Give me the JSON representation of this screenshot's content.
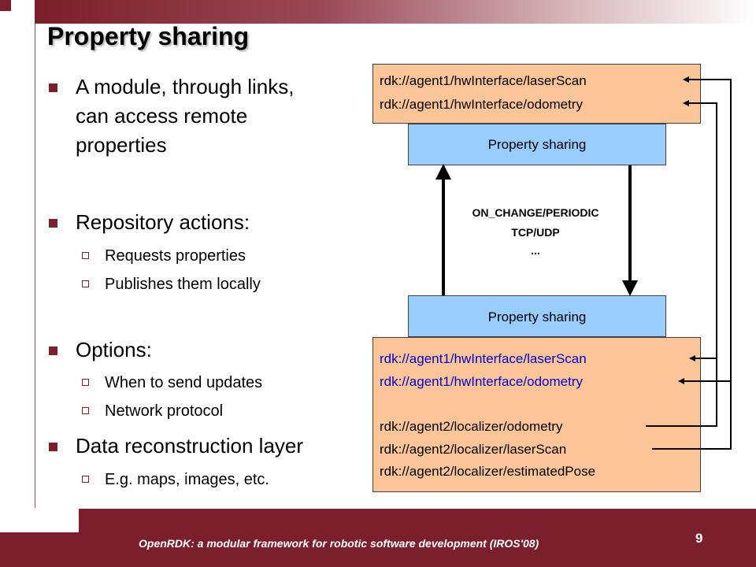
{
  "slide": {
    "title": "Property sharing",
    "page_number": "9",
    "footer": "OpenRDK: a modular framework for robotic software development (IROS'08)"
  },
  "bullets": [
    {
      "level": 1,
      "text_lines": [
        "A module, through links,",
        "can access remote",
        "properties"
      ]
    },
    {
      "level": 1,
      "text": "Repository actions:"
    },
    {
      "level": 2,
      "text": "Requests properties"
    },
    {
      "level": 2,
      "text": "Publishes them locally"
    },
    {
      "level": 1,
      "text": "Options:"
    },
    {
      "level": 2,
      "text": "When to send updates"
    },
    {
      "level": 2,
      "text": "Network protocol"
    },
    {
      "level": 1,
      "text": "Data reconstruction layer"
    },
    {
      "level": 2,
      "text": "E.g. maps, images, etc."
    }
  ],
  "diagram": {
    "top_box": {
      "lines": [
        "rdk://agent1/hwInterface/laserScan",
        "rdk://agent1/hwInterface/odometry"
      ]
    },
    "top_sharing_label": "Property sharing",
    "bottom_sharing_label": "Property sharing",
    "middle_labels": [
      "ON_CHANGE/PERIODIC",
      "TCP/UDP",
      "..."
    ],
    "bottom_box": {
      "remote_lines": [
        "rdk://agent1/hwInterface/laserScan",
        "rdk://agent1/hwInterface/odometry"
      ],
      "local_lines": [
        "rdk://agent2/localizer/odometry",
        "rdk://agent2/localizer/laserScan",
        "rdk://agent2/localizer/estimatedPose"
      ]
    },
    "colors": {
      "accent": "#7a1f2b",
      "orange_box": "#fbc597",
      "blue_box": "#99ccff",
      "remote_text": "#0000cc"
    }
  }
}
